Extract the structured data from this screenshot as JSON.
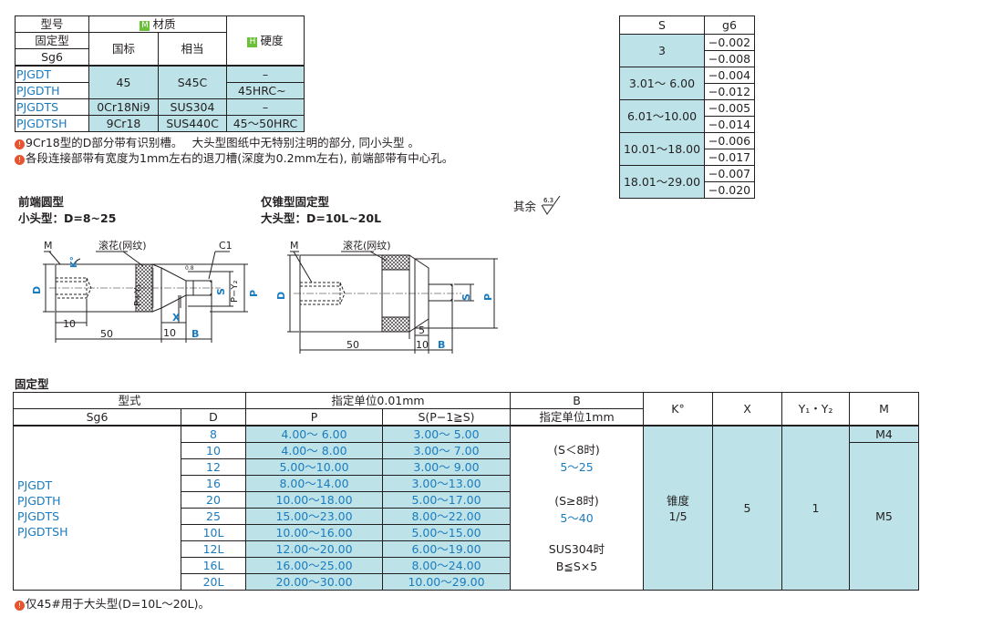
{
  "material_table": {
    "h_model": "型号",
    "h_fixed": "固定型",
    "h_sg6": "Sg6",
    "h_material": "材质",
    "h_material_badge": "M",
    "h_gb": "国标",
    "h_equiv": "相当",
    "h_hardness": "硬度",
    "h_hardness_badge": "H",
    "rows": [
      {
        "code": "PJGDT",
        "gb": "45",
        "equiv": "S45C",
        "hard": "–"
      },
      {
        "code": "PJGDTH",
        "hard": "45HRC~"
      },
      {
        "code": "PJGDTS",
        "gb": "0Cr18Ni9",
        "equiv": "SUS304",
        "hard": "–"
      },
      {
        "code": "PJGDTSH",
        "gb": "9Cr18",
        "equiv": "SUS440C",
        "hard": "45～50HRC"
      }
    ]
  },
  "notes": {
    "n1": "9Cr18型的D部分带有识别槽。　 大头型图纸中无特别注明的部分, 同小头型 。",
    "n2": "各段连接部带有宽度为1mm左右的退刀槽(深度为0.2mm左右), 前端部带有中心孔。",
    "n3": "仅45#用于大头型(D=10L～20L)。"
  },
  "tolerance_table": {
    "h_s": "S",
    "h_g6": "g6",
    "rows": [
      {
        "s": "3",
        "up": "−0.002",
        "lo": "−0.008"
      },
      {
        "s": "3.01～ 6.00",
        "up": "−0.004",
        "lo": "−0.012"
      },
      {
        "s": "6.01～10.00",
        "up": "−0.005",
        "lo": "−0.014"
      },
      {
        "s": "10.01～18.00",
        "up": "−0.006",
        "lo": "−0.017"
      },
      {
        "s": "18.01～29.00",
        "up": "−0.007",
        "lo": "−0.020"
      }
    ]
  },
  "drawings": {
    "left_title": "前端圆型",
    "left_sub": "小头型：D=8~25",
    "right_title": "仅锥型固定型",
    "right_sub": "大头型：D=10L~20L",
    "roughness": "其余",
    "roughness_val": "6.3",
    "lbl_M": "M",
    "lbl_knurl": "滚花(网纹)",
    "lbl_C1": "C1",
    "lbl_K": "K°",
    "lbl_D": "D",
    "lbl_PY1": "P+Y₁",
    "lbl_S": "S",
    "lbl_PY2": "P−Y₂",
    "lbl_P": "P",
    "lbl_X": "X",
    "lbl_B": "B",
    "lbl_10": "10",
    "lbl_50": "50",
    "lbl_5": "5",
    "lbl_08": "0.8",
    "lbl_08b": "0.8"
  },
  "main_table": {
    "section_title": "固定型",
    "h_type": "型式",
    "h_unit001": "指定单位0.01mm",
    "h_B": "B",
    "h_unit1": "指定单位1mm",
    "h_K": "K°",
    "h_X": "X",
    "h_Y": "Y₁・Y₂",
    "h_M": "M",
    "h_sg6": "Sg6",
    "h_D": "D",
    "h_P": "P",
    "h_S": "S(P−1≧S)",
    "codes": [
      "PJGDT",
      "PJGDTH",
      "PJGDTS",
      "PJGDTSH"
    ],
    "rows": [
      {
        "d": "8",
        "p": "4.00～ 6.00",
        "s": "3.00～ 5.00"
      },
      {
        "d": "10",
        "p": "4.00～ 8.00",
        "s": "3.00～ 7.00"
      },
      {
        "d": "12",
        "p": "5.00～10.00",
        "s": "3.00～ 9.00"
      },
      {
        "d": "16",
        "p": "8.00～14.00",
        "s": "3.00～13.00"
      },
      {
        "d": "20",
        "p": "10.00～18.00",
        "s": "5.00～17.00"
      },
      {
        "d": "25",
        "p": "15.00～23.00",
        "s": "8.00～22.00"
      },
      {
        "d": "10L",
        "p": "10.00～16.00",
        "s": "5.00～15.00"
      },
      {
        "d": "12L",
        "p": "12.00～20.00",
        "s": "6.00～19.00"
      },
      {
        "d": "16L",
        "p": "16.00～25.00",
        "s": "8.00～24.00"
      },
      {
        "d": "20L",
        "p": "20.00～30.00",
        "s": "10.00～29.00"
      }
    ],
    "b_lines": [
      "(S＜8时)",
      "5～25",
      "(S≥8时)",
      "5～40",
      "SUS304时",
      "B≦S×5"
    ],
    "k_val1": "锥度",
    "k_val2": "1/5",
    "x_val": "5",
    "y_val": "1",
    "m_val1": "M4",
    "m_val2": "M5"
  }
}
